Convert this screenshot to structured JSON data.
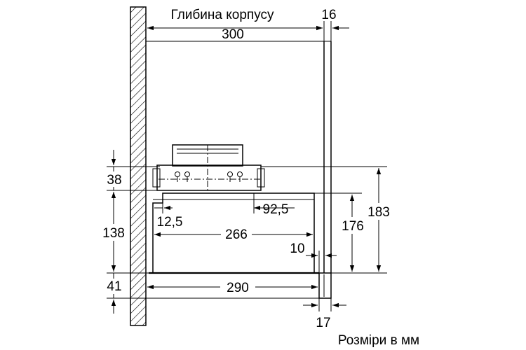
{
  "labels": {
    "cabinet_depth_title": "Глибина корпусу",
    "cabinet_depth_value": "300",
    "top_gap": "16",
    "fan_height": "38",
    "body_height": "138",
    "bottom_height": "41",
    "offset_left": "12,5",
    "offset_right": "92,5",
    "inner_width": "266",
    "front_gap": "10",
    "lower_width": "290",
    "front_panel": "17",
    "height_176": "176",
    "height_183": "183"
  },
  "caption": "Розміри в мм"
}
